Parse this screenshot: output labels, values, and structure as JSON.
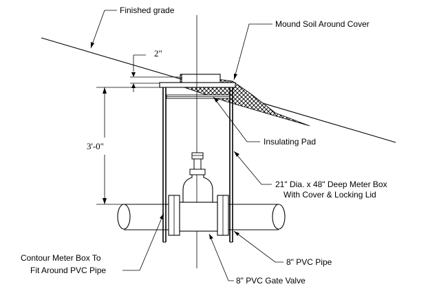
{
  "labels": {
    "finished_grade": "Finished grade",
    "mound_soil": "Mound Soil Around Cover",
    "dim_cover": "2\"",
    "dim_depth": "3'-0\"",
    "insulating_pad": "Insulating Pad",
    "meter_box_line1": "21\" Dia. x 48\" Deep Meter Box",
    "meter_box_line2": "With Cover & Locking Lid",
    "contour_line1": "Contour Meter Box To",
    "contour_line2": "Fit Around PVC Pipe",
    "pvc_pipe": "8\" PVC Pipe",
    "gate_valve": "8\" PVC Gate Valve"
  }
}
